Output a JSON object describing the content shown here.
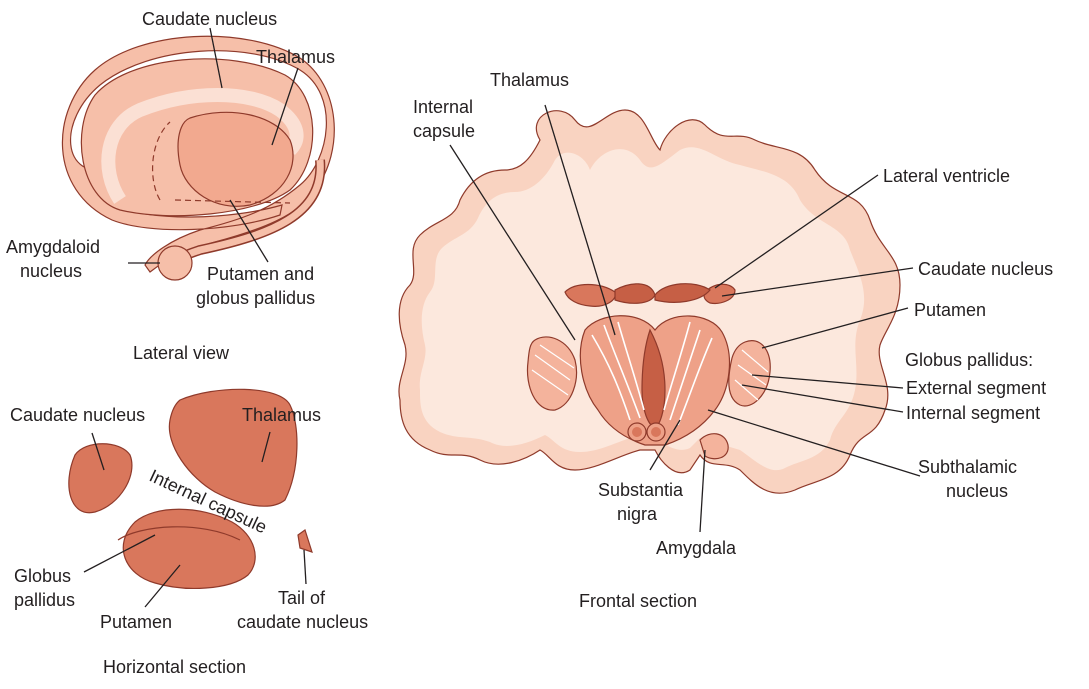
{
  "colors": {
    "tissue_light": "#f9d3c1",
    "tissue_mid": "#f4b39c",
    "nucleus_dark": "#d9775c",
    "nucleus_fill": "#e99a82",
    "outline": "#8f3a2b",
    "white_matter": "#fce8dd",
    "text": "#231f20"
  },
  "lateral_view": {
    "caption": "Lateral view",
    "labels": {
      "caudate_nucleus": "Caudate nucleus",
      "thalamus": "Thalamus",
      "amygdaloid_line1": "Amygdaloid",
      "amygdaloid_line2": "nucleus",
      "putamen_line1": "Putamen and",
      "putamen_line2": "globus pallidus"
    }
  },
  "horizontal_section": {
    "caption": "Horizontal section",
    "labels": {
      "caudate_nucleus": "Caudate nucleus",
      "thalamus": "Thalamus",
      "internal_capsule": "Internal capsule",
      "globus_line1": "Globus",
      "globus_line2": "pallidus",
      "putamen": "Putamen",
      "tail_line1": "Tail of",
      "tail_line2": "caudate nucleus"
    }
  },
  "frontal_section": {
    "caption": "Frontal section",
    "labels": {
      "thalamus": "Thalamus",
      "internal_line1": "Internal",
      "internal_line2": "capsule",
      "lateral_ventricle": "Lateral ventricle",
      "caudate_nucleus": "Caudate nucleus",
      "putamen": "Putamen",
      "globus_pallidus": "Globus pallidus:",
      "external_segment": "External segment",
      "internal_segment": "Internal segment",
      "subthalamic_line1": "Subthalamic",
      "subthalamic_line2": "nucleus",
      "substantia_line1": "Substantia",
      "substantia_line2": "nigra",
      "amygdala": "Amygdala"
    }
  }
}
